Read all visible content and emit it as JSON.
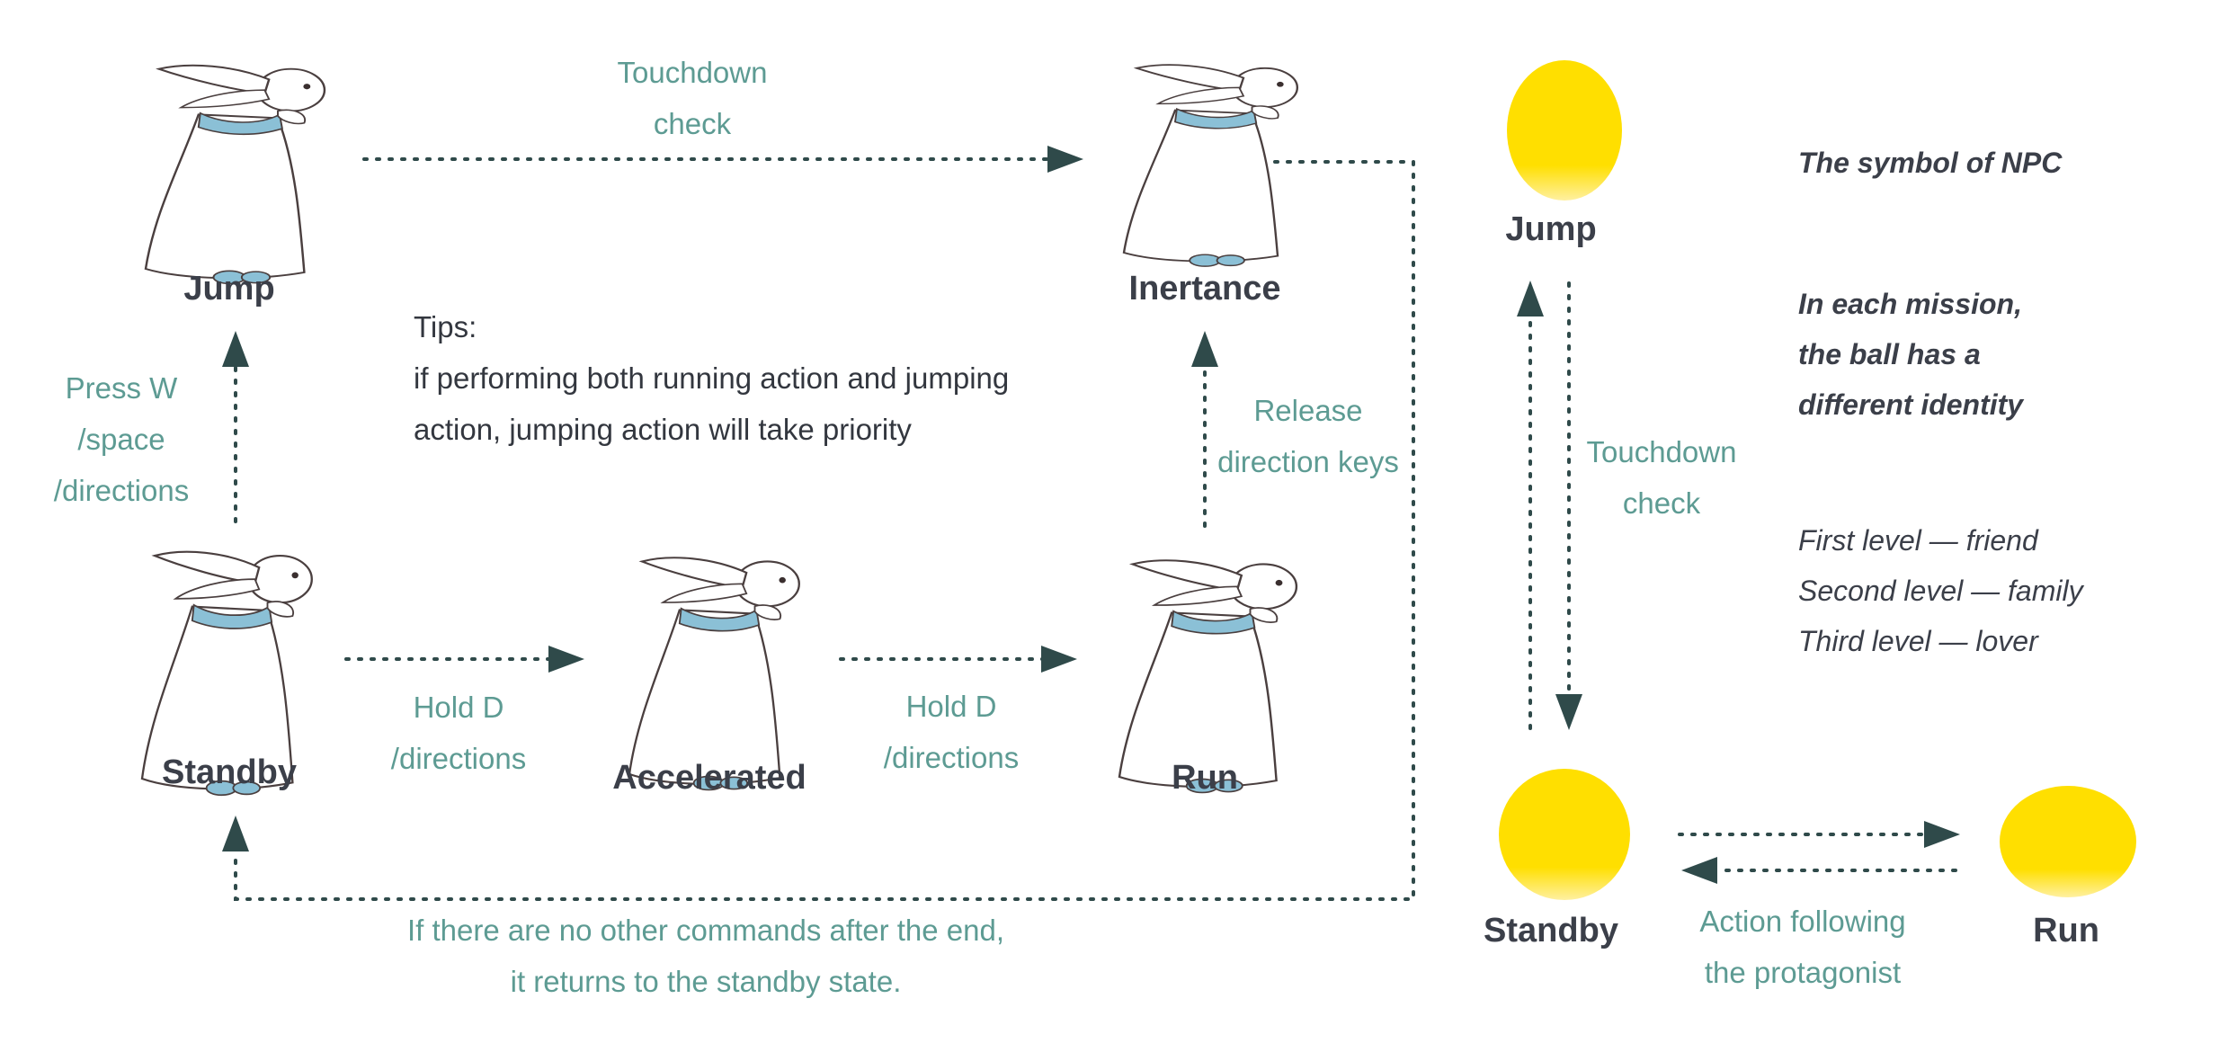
{
  "colors": {
    "teal_text": "#5d9b93",
    "arrow": "#2f4a4a",
    "label_dark": "#3b3f49",
    "ball_yellow": "#ffdf00",
    "rabbit_scarf": "#8bc0d6"
  },
  "player_states": {
    "jump": "Jump",
    "inertance": "Inertance",
    "standby": "Standby",
    "accelerated": "Accelerated",
    "run": "Run"
  },
  "transitions": {
    "touchdown": [
      "Touchdown",
      "check"
    ],
    "press_w": [
      "Press W",
      "/space",
      "/directions"
    ],
    "release": [
      "Release",
      "direction keys"
    ],
    "hold_d_1": [
      "Hold D",
      "/directions"
    ],
    "hold_d_2": [
      "Hold D",
      "/directions"
    ],
    "return": [
      "If there are no other commands after the end,",
      "it returns to the standby state."
    ]
  },
  "tips": [
    "Tips:",
    "if performing both running action and jumping",
    "action, jumping action will take priority"
  ],
  "npc": {
    "jump": "Jump",
    "standby": "Standby",
    "run": "Run",
    "touchdown": [
      "Touchdown",
      "check"
    ],
    "action": [
      "Action following",
      "the protagonist"
    ],
    "symbol_title": "The symbol of NPC",
    "identity": [
      "In each mission,",
      "the ball has a",
      "different identity"
    ],
    "levels": [
      "First level — friend",
      "Second level — family",
      "Third level — lover"
    ]
  },
  "icons": [
    "rabbit-icon",
    "yellow-ball-icon",
    "arrowhead-icon"
  ]
}
